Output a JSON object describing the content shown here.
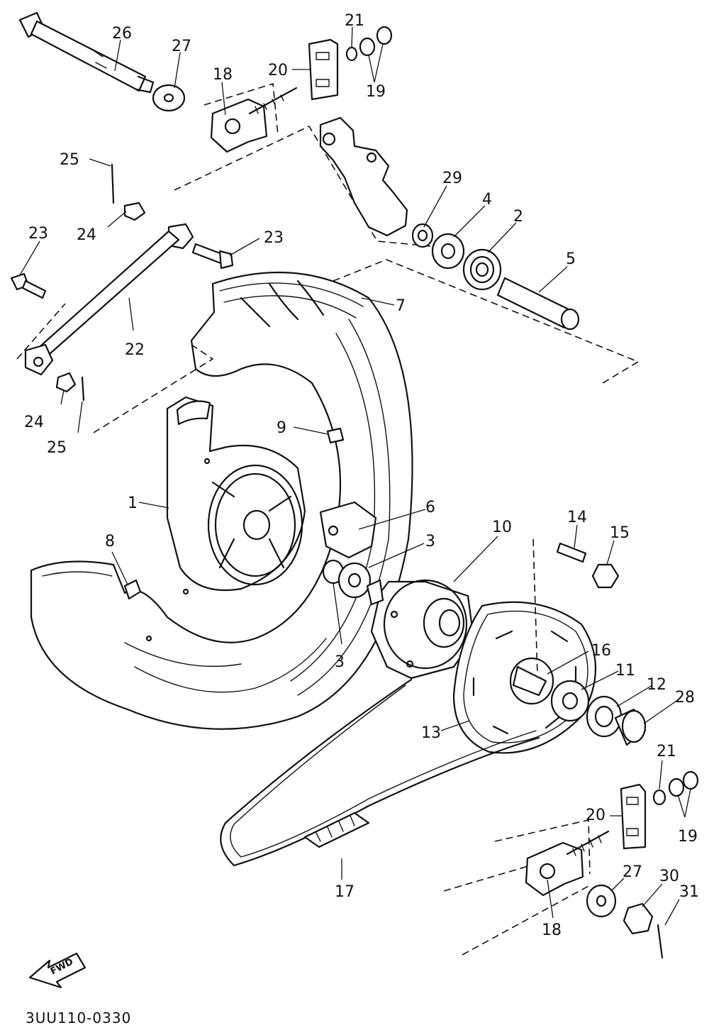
{
  "diagram": {
    "drawing_code": "3UU110-0330",
    "direction_label": "FWD",
    "callouts": [
      {
        "id": "26",
        "label": "26"
      },
      {
        "id": "27a",
        "label": "27"
      },
      {
        "id": "18a",
        "label": "18"
      },
      {
        "id": "20a",
        "label": "20"
      },
      {
        "id": "21a",
        "label": "21"
      },
      {
        "id": "19a",
        "label": "19"
      },
      {
        "id": "25a",
        "label": "25"
      },
      {
        "id": "24a",
        "label": "24"
      },
      {
        "id": "23a",
        "label": "23"
      },
      {
        "id": "23b",
        "label": "23"
      },
      {
        "id": "29",
        "label": "29"
      },
      {
        "id": "4",
        "label": "4"
      },
      {
        "id": "2",
        "label": "2"
      },
      {
        "id": "5",
        "label": "5"
      },
      {
        "id": "7",
        "label": "7"
      },
      {
        "id": "22",
        "label": "22"
      },
      {
        "id": "24b",
        "label": "24"
      },
      {
        "id": "25b",
        "label": "25"
      },
      {
        "id": "9",
        "label": "9"
      },
      {
        "id": "1",
        "label": "1"
      },
      {
        "id": "6",
        "label": "6"
      },
      {
        "id": "10",
        "label": "10"
      },
      {
        "id": "3a",
        "label": "3"
      },
      {
        "id": "3b",
        "label": "3"
      },
      {
        "id": "8",
        "label": "8"
      },
      {
        "id": "14",
        "label": "14"
      },
      {
        "id": "15",
        "label": "15"
      },
      {
        "id": "16",
        "label": "16"
      },
      {
        "id": "11",
        "label": "11"
      },
      {
        "id": "12",
        "label": "12"
      },
      {
        "id": "28",
        "label": "28"
      },
      {
        "id": "13",
        "label": "13"
      },
      {
        "id": "21b",
        "label": "21"
      },
      {
        "id": "19b",
        "label": "19"
      },
      {
        "id": "20b",
        "label": "20"
      },
      {
        "id": "27b",
        "label": "27"
      },
      {
        "id": "30",
        "label": "30"
      },
      {
        "id": "31",
        "label": "31"
      },
      {
        "id": "17",
        "label": "17"
      },
      {
        "id": "18b",
        "label": "18"
      }
    ]
  }
}
